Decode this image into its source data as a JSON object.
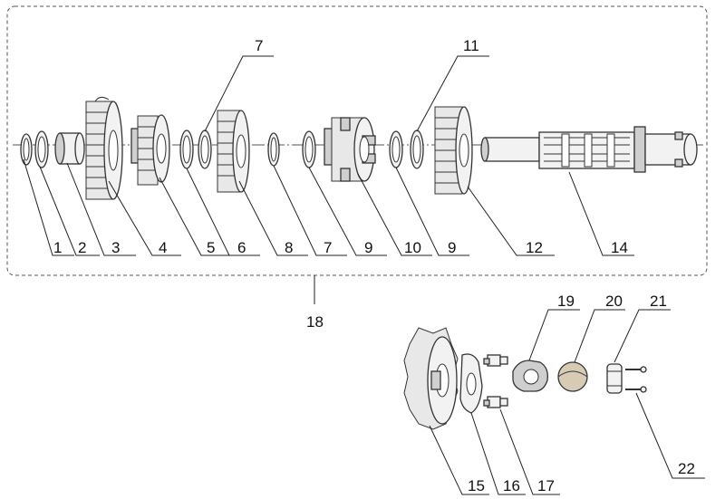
{
  "labels": {
    "p1": "1",
    "p2": "2",
    "p3": "3",
    "p4": "4",
    "p5": "5",
    "p6": "6",
    "p7a": "7",
    "p7b": "7",
    "p8": "8",
    "p9a": "9",
    "p9b": "9",
    "p10": "10",
    "p11": "11",
    "p12": "12",
    "p14": "14",
    "p15": "15",
    "p16": "16",
    "p17": "17",
    "p18": "18",
    "p19": "19",
    "p20": "20",
    "p21": "21",
    "p22": "22"
  }
}
